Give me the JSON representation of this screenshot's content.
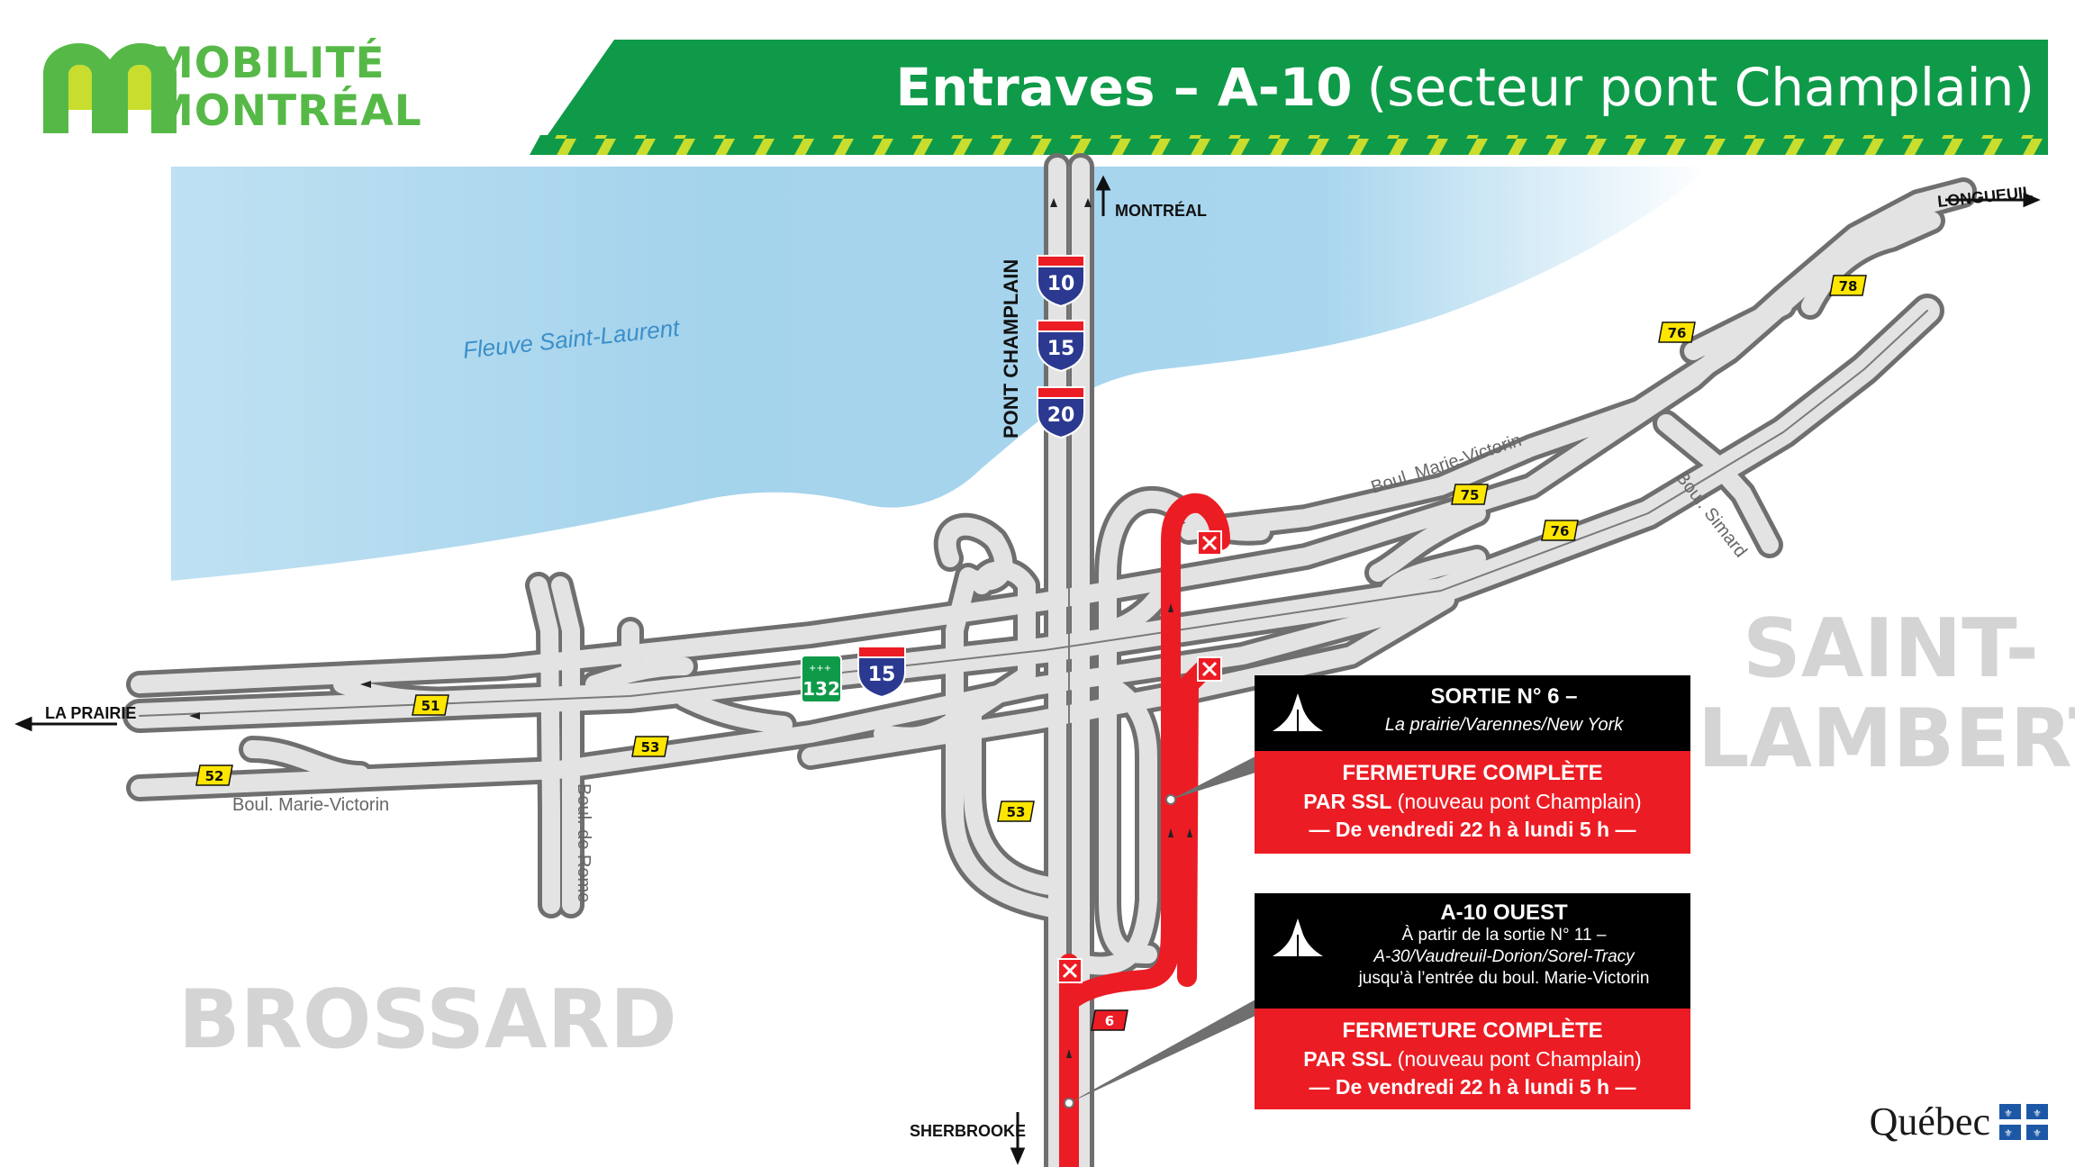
{
  "header": {
    "brand_line1": "MOBILITÉ",
    "brand_line2": "MONTRÉAL",
    "title_main": "Entraves – A-10",
    "title_sub": "(secteur pont Champlain)",
    "brand_color": "#56b947",
    "banner_color": "#0f9a49"
  },
  "map": {
    "river_label": "Fleuve Saint-Laurent",
    "bridge_label": "PONT CHAMPLAIN",
    "directions": {
      "north": "MONTRÉAL",
      "east": "LONGUEUIL",
      "west": "LA PRAIRIE",
      "south": "SHERBROOKE"
    },
    "streets": {
      "marie_victorin_west": "Boul. Marie-Victorin",
      "marie_victorin_east": "Boul. Marie-Victorin",
      "de_rome": "Boul. de Rome",
      "simard": "Boul. Simard"
    },
    "cities": {
      "west": "BROSSARD",
      "east_line1": "SAINT-",
      "east_line2": "LAMBERT"
    },
    "route_shields": [
      "10",
      "15",
      "20"
    ],
    "shield_15_main": "15",
    "shield_132": "132",
    "exit_labels": [
      "51",
      "52",
      "53",
      "53",
      "75",
      "76",
      "76",
      "78",
      "6"
    ],
    "closure_color": "#ec1c24"
  },
  "panels": [
    {
      "title": "SORTIE N° 6 –",
      "subtitle": "La prairie/Varennes/New York",
      "closure": "FERMETURE COMPLÈTE",
      "by_bold": "PAR SSL",
      "by_rest": " (nouveau pont Champlain)",
      "period": "— De vendredi 22 h à lundi 5 h —"
    },
    {
      "title": "A-10 OUEST",
      "line2": "À partir de la sortie N° 11 –",
      "line3": "A-30/Vaudreuil-Dorion/Sorel-Tracy",
      "line4": "jusqu’à l’entrée du boul. Marie-Victorin",
      "closure": "FERMETURE COMPLÈTE",
      "by_bold": "PAR SSL",
      "by_rest": " (nouveau pont Champlain)",
      "period": "— De vendredi 22 h à lundi 5 h —"
    }
  ],
  "footer": {
    "gov": "Québec"
  }
}
